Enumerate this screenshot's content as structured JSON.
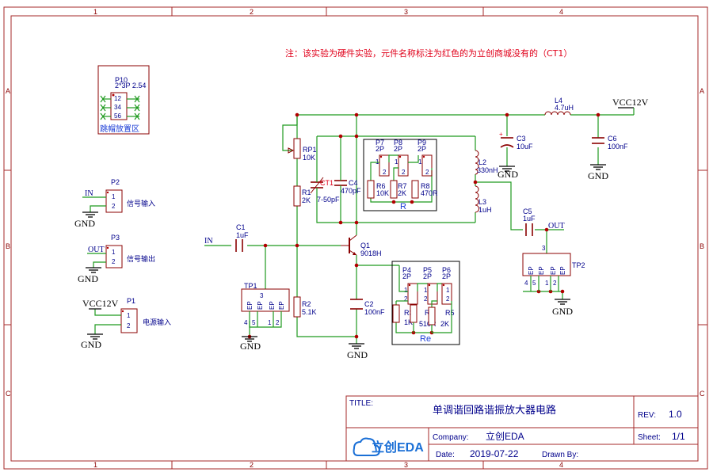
{
  "frame": {
    "columns": [
      "1",
      "2",
      "3",
      "4"
    ],
    "rows": [
      "A",
      "B",
      "C"
    ]
  },
  "note": "注：该实验为硬件实验，元件名称标注为红色的为立创商城没有的（CT1）",
  "jumper_area": {
    "ref": "P10",
    "value": "2*3P 2.54",
    "pins": [
      "12",
      "34",
      "56"
    ],
    "label": "跳帽放置区"
  },
  "connectors": {
    "p2": {
      "ref": "P2",
      "net": "IN",
      "label": "信号输入",
      "pins": [
        "1",
        "2"
      ]
    },
    "p3": {
      "ref": "P3",
      "net": "OUT",
      "label": "信号输出",
      "pins": [
        "1",
        "2"
      ]
    },
    "p1": {
      "ref": "P1",
      "net": "VCC12V",
      "label": "电源输入",
      "pins": [
        "1",
        "2"
      ]
    }
  },
  "ground_label": "GND",
  "vcc_label": "VCC12V",
  "nets": {
    "in": "IN",
    "out": "OUT"
  },
  "components": {
    "c1": {
      "ref": "C1",
      "value": "1uF"
    },
    "rp1": {
      "ref": "RP1",
      "value": "10K"
    },
    "r1": {
      "ref": "R1",
      "value": "2K"
    },
    "r2": {
      "ref": "R2",
      "value": "5.1K"
    },
    "ct1": {
      "ref": "CT1",
      "value": "7-50pF"
    },
    "c4": {
      "ref": "C4",
      "value": "470pF"
    },
    "q1": {
      "ref": "Q1",
      "value": "9018H"
    },
    "c2": {
      "ref": "C2",
      "value": "100nF"
    },
    "c3": {
      "ref": "C3",
      "value": "10uF"
    },
    "c5": {
      "ref": "C5",
      "value": "1uF"
    },
    "c6": {
      "ref": "C6",
      "value": "100nF"
    },
    "l2": {
      "ref": "L2",
      "value": "330nH"
    },
    "l3": {
      "ref": "L3",
      "value": "1uH"
    },
    "l4": {
      "ref": "L4",
      "value": "4.7uH"
    },
    "r6": {
      "ref": "R6",
      "value": "10K"
    },
    "r7": {
      "ref": "R7",
      "value": "2K"
    },
    "r8": {
      "ref": "R8",
      "value": "470R"
    },
    "r3": {
      "ref": "R3",
      "value": "1K"
    },
    "r4": {
      "ref": "R4",
      "value": "510R"
    },
    "r5": {
      "ref": "R5",
      "value": "2K"
    },
    "p7": {
      "ref": "P7",
      "value": "2P"
    },
    "p8": {
      "ref": "P8",
      "value": "2P"
    },
    "p9": {
      "ref": "P9",
      "value": "2P"
    },
    "p4": {
      "ref": "P4",
      "value": "2P"
    },
    "p5": {
      "ref": "P5",
      "value": "2P"
    },
    "p6": {
      "ref": "P6",
      "value": "2P"
    },
    "tp1": {
      "ref": "TP1"
    },
    "tp2": {
      "ref": "TP2"
    }
  },
  "groups": {
    "r": "R",
    "re": "Re"
  },
  "pin_labels": {
    "one": "1",
    "two": "2",
    "three": "3",
    "four": "4",
    "five": "5",
    "ep": "EP"
  },
  "title_block": {
    "title_label": "TITLE:",
    "title": "单调谐回路谐振放大器电路",
    "rev_label": "REV:",
    "rev": "1.0",
    "company_label": "Company:",
    "company": "立创EDA",
    "sheet_label": "Sheet:",
    "sheet": "1/1",
    "date_label": "Date:",
    "date": "2019-07-22",
    "drawn_label": "Drawn By:",
    "drawn": "",
    "logo": "立创EDA"
  }
}
